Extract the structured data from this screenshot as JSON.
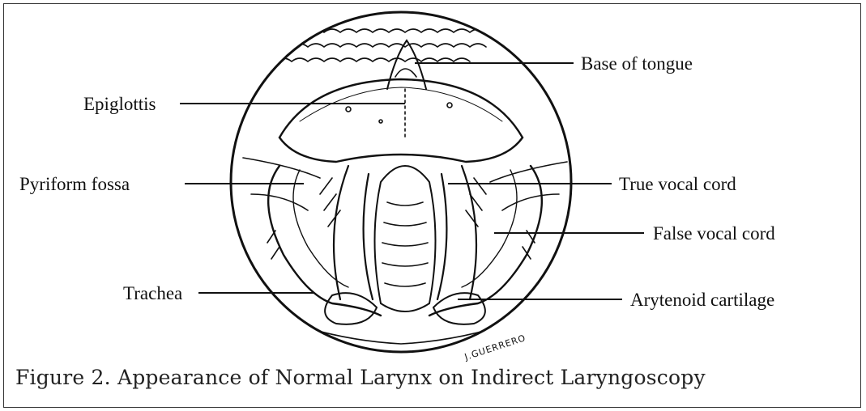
{
  "labels": {
    "base_of_tongue": "Base of tongue",
    "epiglottis": "Epiglottis",
    "pyriform_fossa": "Pyriform fossa",
    "true_vocal_cord": "True vocal cord",
    "false_vocal_cord": "False vocal cord",
    "trachea": "Trachea",
    "arytenoid_cartilage": "Arytenoid cartilage"
  },
  "signature": "J.GUERRERO",
  "caption": "Figure 2. Appearance of Normal Larynx on Indirect Laryngoscopy",
  "colors": {
    "ink": "#111111",
    "frame": "#333333",
    "background": "#ffffff"
  }
}
